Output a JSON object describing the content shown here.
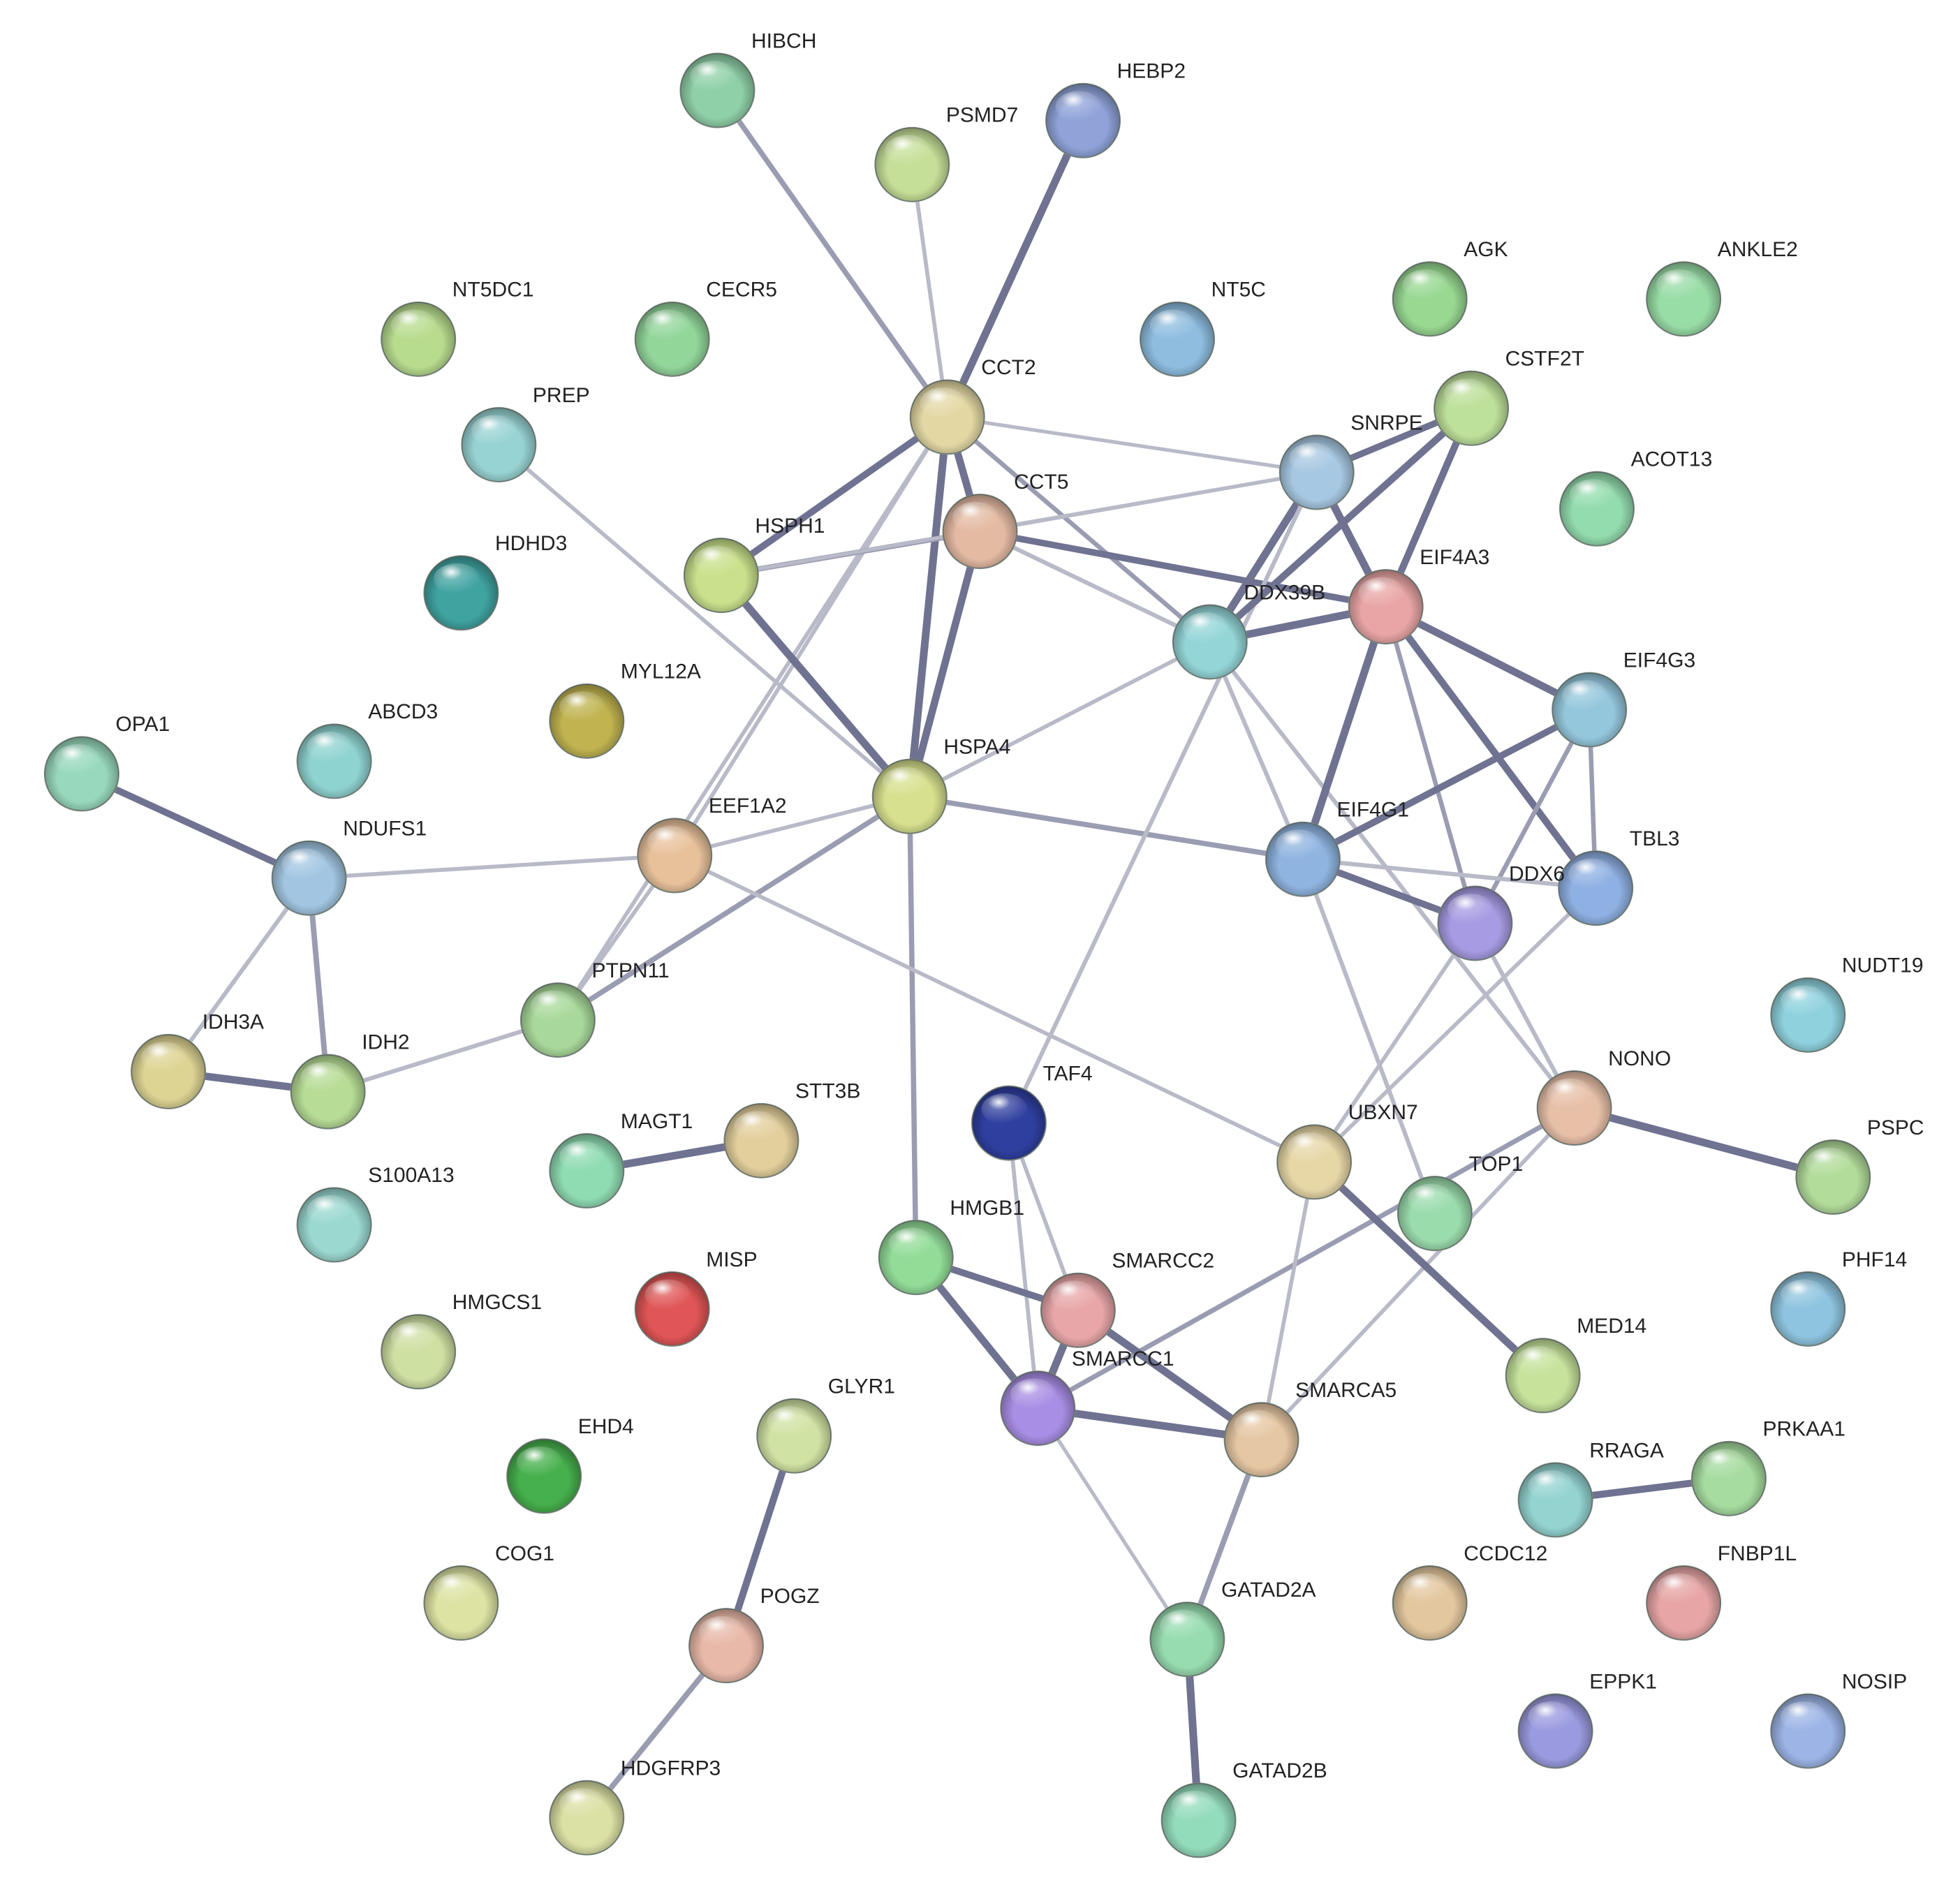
{
  "nodes": [
    {
      "id": "HIBCH",
      "label": "HIBCH",
      "color": "#8fd0a8"
    },
    {
      "id": "PSMD7",
      "label": "PSMD7",
      "color": "#c6df98"
    },
    {
      "id": "HEBP2",
      "label": "HEBP2",
      "color": "#8fa3d9"
    },
    {
      "id": "NT5DC1",
      "label": "NT5DC1",
      "color": "#b8dc8e"
    },
    {
      "id": "CECR5",
      "label": "CECR5",
      "color": "#92d69a"
    },
    {
      "id": "NT5C",
      "label": "NT5C",
      "color": "#8ebde0"
    },
    {
      "id": "AGK",
      "label": "AGK",
      "color": "#98d891"
    },
    {
      "id": "ANKLE2",
      "label": "ANKLE2",
      "color": "#98dca6"
    },
    {
      "id": "CSTF2T",
      "label": "CSTF2T",
      "color": "#bde09a"
    },
    {
      "id": "PREP",
      "label": "PREP",
      "color": "#98d3d3"
    },
    {
      "id": "CCT2",
      "label": "CCT2",
      "color": "#e3d8a4"
    },
    {
      "id": "SNRPE",
      "label": "SNRPE",
      "color": "#a7c8e2"
    },
    {
      "id": "ACOT13",
      "label": "ACOT13",
      "color": "#93dcae"
    },
    {
      "id": "CCT5",
      "label": "CCT5",
      "color": "#e4baa3"
    },
    {
      "id": "HSPH1",
      "label": "HSPH1",
      "color": "#c9e18c"
    },
    {
      "id": "HDHD3",
      "label": "HDHD3",
      "color": "#3fa3a0"
    },
    {
      "id": "EIF4A3",
      "label": "EIF4A3",
      "color": "#e9a5a5"
    },
    {
      "id": "DDX39B",
      "label": "DDX39B",
      "color": "#94d6d8"
    },
    {
      "id": "MYL12A",
      "label": "MYL12A",
      "color": "#c0b350"
    },
    {
      "id": "EIF4G3",
      "label": "EIF4G3",
      "color": "#94c7dc"
    },
    {
      "id": "OPA1",
      "label": "OPA1",
      "color": "#98d9bd"
    },
    {
      "id": "ABCD3",
      "label": "ABCD3",
      "color": "#8fd3d0"
    },
    {
      "id": "HSPA4",
      "label": "HSPA4",
      "color": "#d7e08e"
    },
    {
      "id": "EEF1A2",
      "label": "EEF1A2",
      "color": "#e8c19b"
    },
    {
      "id": "NDUFS1",
      "label": "NDUFS1",
      "color": "#a2c6e2"
    },
    {
      "id": "EIF4G1",
      "label": "EIF4G1",
      "color": "#8fb4e0"
    },
    {
      "id": "TBL3",
      "label": "TBL3",
      "color": "#8fb0e3"
    },
    {
      "id": "DDX6",
      "label": "DDX6",
      "color": "#a79be3"
    },
    {
      "id": "PTPN11",
      "label": "PTPN11",
      "color": "#a9d99a"
    },
    {
      "id": "NUDT19",
      "label": "NUDT19",
      "color": "#8fd2de"
    },
    {
      "id": "IDH3A",
      "label": "IDH3A",
      "color": "#ddd493"
    },
    {
      "id": "IDH2",
      "label": "IDH2",
      "color": "#b6dc95"
    },
    {
      "id": "NONO",
      "label": "NONO",
      "color": "#e8c0a8"
    },
    {
      "id": "TAF4",
      "label": "TAF4",
      "color": "#2f3f9f"
    },
    {
      "id": "MAGT1",
      "label": "MAGT1",
      "color": "#8fdcb3"
    },
    {
      "id": "STT3B",
      "label": "STT3B",
      "color": "#e3cf9c"
    },
    {
      "id": "UBXN7",
      "label": "UBXN7",
      "color": "#e7d7a7"
    },
    {
      "id": "PSPC1",
      "label": "PSPC",
      "color": "#b2dc9a"
    },
    {
      "id": "S100A13",
      "label": "S100A13",
      "color": "#9ad8d0"
    },
    {
      "id": "TOP1",
      "label": "TOP1",
      "color": "#9adcac"
    },
    {
      "id": "HMGB1",
      "label": "HMGB1",
      "color": "#92dc98"
    },
    {
      "id": "MISP",
      "label": "MISP",
      "color": "#e05555"
    },
    {
      "id": "SMARCC2",
      "label": "SMARCC2",
      "color": "#e8a6a8"
    },
    {
      "id": "PHF14",
      "label": "PHF14",
      "color": "#8ec4df"
    },
    {
      "id": "HMGCS1",
      "label": "HMGCS1",
      "color": "#cfe0a3"
    },
    {
      "id": "MED14",
      "label": "MED14",
      "color": "#c6e29b"
    },
    {
      "id": "SMARCC1",
      "label": "SMARCC1",
      "color": "#a98ee5"
    },
    {
      "id": "GLYR1",
      "label": "GLYR1",
      "color": "#d1e3a4"
    },
    {
      "id": "SMARCA5",
      "label": "SMARCA5",
      "color": "#e6c7a3"
    },
    {
      "id": "EHD4",
      "label": "EHD4",
      "color": "#46b04c"
    },
    {
      "id": "RRAGA",
      "label": "RRAGA",
      "color": "#93d3d0"
    },
    {
      "id": "PRKAA1",
      "label": "PRKAA1",
      "color": "#a6dc9f"
    },
    {
      "id": "COG1",
      "label": "COG1",
      "color": "#dde3a3"
    },
    {
      "id": "CCDC12",
      "label": "CCDC12",
      "color": "#e3c79e"
    },
    {
      "id": "FNBP1L",
      "label": "FNBP1L",
      "color": "#e7a5a5"
    },
    {
      "id": "POGZ",
      "label": "POGZ",
      "color": "#e8b8a8"
    },
    {
      "id": "GATAD2A",
      "label": "GATAD2A",
      "color": "#97dcb0"
    },
    {
      "id": "EPPK1",
      "label": "EPPK1",
      "color": "#9a9ae0"
    },
    {
      "id": "NOSIP",
      "label": "NOSIP",
      "color": "#9cb4e6"
    },
    {
      "id": "HDGFRP3",
      "label": "HDGFRP3",
      "color": "#dbe0a4"
    },
    {
      "id": "GATAD2B",
      "label": "GATAD2B",
      "color": "#93dcbb"
    }
  ],
  "edges": [
    [
      "HIBCH",
      "CCT2",
      0.55
    ],
    [
      "PSMD7",
      "CCT2",
      0.35
    ],
    [
      "HEBP2",
      "CCT2",
      0.95
    ],
    [
      "CCT2",
      "HSPH1",
      0.8
    ],
    [
      "CCT2",
      "CCT5",
      0.9
    ],
    [
      "CCT2",
      "HSPA4",
      0.95
    ],
    [
      "CCT2",
      "SNRPE",
      0.3
    ],
    [
      "CCT2",
      "DDX39B",
      0.45
    ],
    [
      "CCT2",
      "EEF1A2",
      0.35
    ],
    [
      "CCT2",
      "PTPN11",
      0.35
    ],
    [
      "CCT5",
      "HSPH1",
      0.55
    ],
    [
      "CCT5",
      "HSPA4",
      0.9
    ],
    [
      "CCT5",
      "EIF4A3",
      0.75
    ],
    [
      "CCT5",
      "DDX39B",
      0.4
    ],
    [
      "CCT5",
      "SNRPE",
      0.3
    ],
    [
      "HSPH1",
      "HSPA4",
      0.95
    ],
    [
      "HSPH1",
      "SNRPE",
      0.3
    ],
    [
      "PREP",
      "HSPA4",
      0.35
    ],
    [
      "HSPA4",
      "EEF1A2",
      0.35
    ],
    [
      "HSPA4",
      "PTPN11",
      0.55
    ],
    [
      "HSPA4",
      "DDX39B",
      0.35
    ],
    [
      "HSPA4",
      "EIF4G1",
      0.55
    ],
    [
      "HSPA4",
      "HMGB1",
      0.55
    ],
    [
      "EEF1A2",
      "NDUFS1",
      0.35
    ],
    [
      "EEF1A2",
      "PTPN11",
      0.35
    ],
    [
      "EEF1A2",
      "UBXN7",
      0.35
    ],
    [
      "OPA1",
      "NDUFS1",
      0.8
    ],
    [
      "NDUFS1",
      "IDH3A",
      0.4
    ],
    [
      "NDUFS1",
      "IDH2",
      0.6
    ],
    [
      "IDH3A",
      "IDH2",
      0.9
    ],
    [
      "IDH2",
      "PTPN11",
      0.4
    ],
    [
      "MAGT1",
      "STT3B",
      0.95
    ],
    [
      "SNRPE",
      "EIF4A3",
      0.95
    ],
    [
      "SNRPE",
      "DDX39B",
      0.95
    ],
    [
      "SNRPE",
      "TAF4",
      0.4
    ],
    [
      "CSTF2T",
      "SNRPE",
      0.75
    ],
    [
      "CSTF2T",
      "DDX39B",
      0.85
    ],
    [
      "CSTF2T",
      "EIF4A3",
      0.85
    ],
    [
      "DDX39B",
      "EIF4A3",
      0.95
    ],
    [
      "DDX39B",
      "EIF4G1",
      0.4
    ],
    [
      "DDX39B",
      "NONO",
      0.4
    ],
    [
      "EIF4A3",
      "EIF4G1",
      0.95
    ],
    [
      "EIF4A3",
      "EIF4G3",
      0.9
    ],
    [
      "EIF4A3",
      "TBL3",
      0.85
    ],
    [
      "EIF4A3",
      "DDX6",
      0.45
    ],
    [
      "EIF4G3",
      "EIF4G1",
      0.8
    ],
    [
      "EIF4G3",
      "TBL3",
      0.45
    ],
    [
      "EIF4G3",
      "DDX6",
      0.45
    ],
    [
      "EIF4G1",
      "DDX6",
      0.8
    ],
    [
      "EIF4G1",
      "TBL3",
      0.4
    ],
    [
      "EIF4G1",
      "TOP1",
      0.4
    ],
    [
      "DDX6",
      "NONO",
      0.4
    ],
    [
      "DDX6",
      "UBXN7",
      0.35
    ],
    [
      "TBL3",
      "UBXN7",
      0.35
    ],
    [
      "NONO",
      "PSPC1",
      0.95
    ],
    [
      "NONO",
      "SMARCC1",
      0.5
    ],
    [
      "NONO",
      "SMARCA5",
      0.35
    ],
    [
      "UBXN7",
      "MED14",
      0.9
    ],
    [
      "UBXN7",
      "SMARCA5",
      0.35
    ],
    [
      "TAF4",
      "SMARCC2",
      0.35
    ],
    [
      "TAF4",
      "SMARCC1",
      0.35
    ],
    [
      "HMGB1",
      "SMARCC2",
      0.8
    ],
    [
      "HMGB1",
      "SMARCC1",
      0.9
    ],
    [
      "SMARCC2",
      "SMARCC1",
      0.95
    ],
    [
      "SMARCC2",
      "SMARCA5",
      0.95
    ],
    [
      "SMARCC1",
      "SMARCA5",
      0.95
    ],
    [
      "SMARCC1",
      "GATAD2A",
      0.3
    ],
    [
      "SMARCA5",
      "GATAD2A",
      0.6
    ],
    [
      "GATAD2A",
      "GATAD2B",
      0.95
    ],
    [
      "GLYR1",
      "POGZ",
      0.85
    ],
    [
      "POGZ",
      "HDGFRP3",
      0.6
    ],
    [
      "RRAGA",
      "PRKAA1",
      0.85
    ]
  ]
}
